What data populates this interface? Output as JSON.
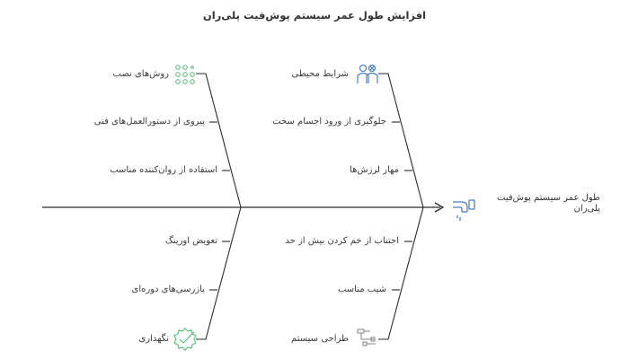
{
  "title": "افزایش طول عمر سیستم پوش‌فیت پلی‌ران",
  "head": {
    "label": "طول عمر سیستم پوش‌فیت پلی‌ران",
    "icon": "pipe-faucet-icon"
  },
  "colors": {
    "spine": "#2b2b2b",
    "green_icon": "#5bbf7a",
    "blue_icon": "#4a7fc1",
    "gray_icon": "#8a8a8a"
  },
  "upper_left": {
    "category": "روش‌های نصب",
    "icon": "dot-grid-icon",
    "causes": [
      "پیروی از دستورالعمل‌های فنی",
      "استفاده از روان‌کننده مناسب"
    ]
  },
  "upper_right": {
    "category": "شرایط محیطی",
    "icon": "people-icon",
    "causes": [
      "جلوگیری از ورود اجسام سخت",
      "مهار لرزش‌ها"
    ]
  },
  "lower_left": {
    "category": "نگهداری",
    "icon": "gear-check-icon",
    "causes": [
      "تعویض اورینگ",
      "بازرسی‌های دوره‌ای"
    ]
  },
  "lower_right": {
    "category": "طراحی سیستم",
    "icon": "pipe-layout-icon",
    "causes": [
      "اجتناب از خم کردن بیش از حد",
      "شیب مناسب"
    ]
  }
}
